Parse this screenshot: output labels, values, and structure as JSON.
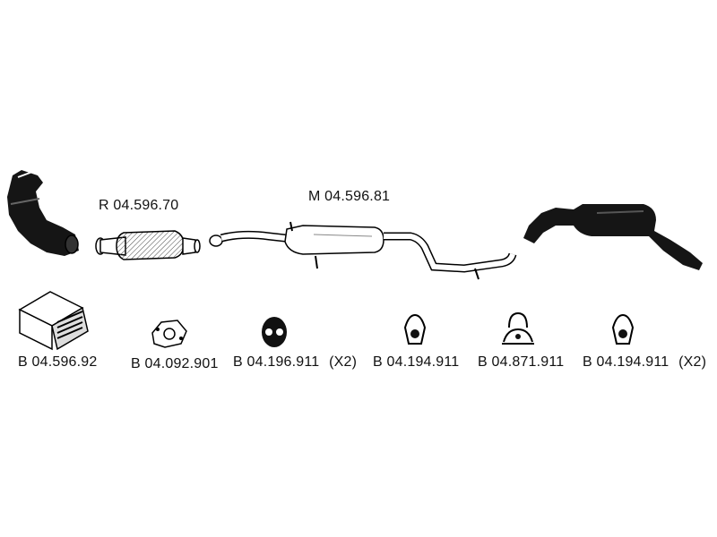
{
  "parts": {
    "front_pipe_label": "R 04.596.70",
    "middle_silencer_label": "M 04.596.81",
    "mounting_kit_label": "B 04.596.92",
    "gasket_label": "B 04.092.901",
    "hanger_1_label": "B 04.196.911",
    "hanger_1_qty": "(X2)",
    "hanger_2_label": "B 04.194.911",
    "hanger_3_label": "B 04.871.911",
    "hanger_4_label": "B 04.194.911",
    "hanger_4_qty": "(X2)"
  }
}
